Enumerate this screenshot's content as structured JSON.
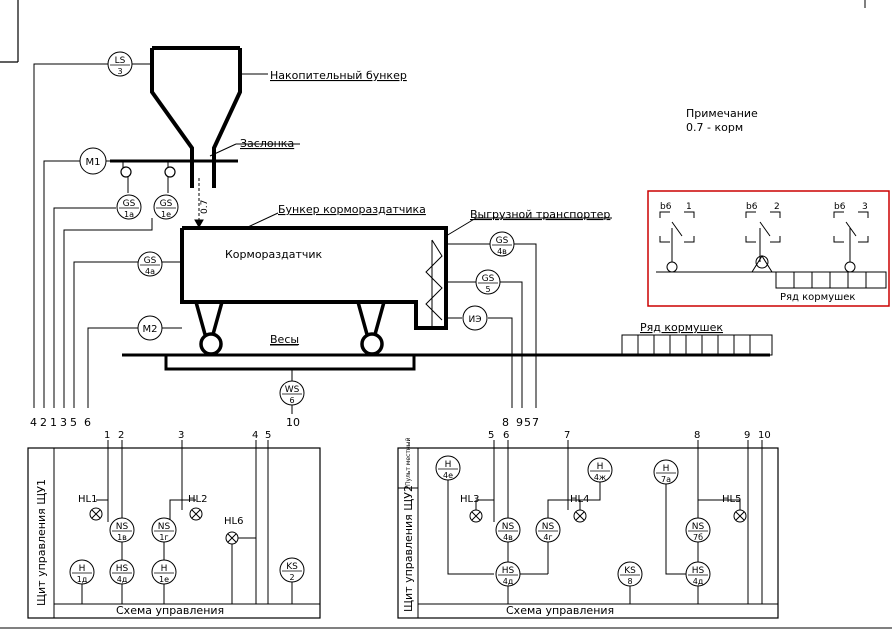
{
  "labels": {
    "hopper": "Накопительный бункер",
    "gate": "Заслонка",
    "distributor_hopper": "Бункер кормораздатчика",
    "unload_conveyor": "Выгрузной транспортер",
    "distributor": "Кормораздатчик",
    "scales": "Весы",
    "feeder_row": "Ряд кормушек",
    "note_title": "Примечание",
    "note_text": "0.7 - корм",
    "feed_flow": "0.7"
  },
  "note_box": {
    "border_color": "#cc0000",
    "feeder_row": "Ряд кормушек",
    "switches": [
      {
        "left": "b6",
        "right": "1"
      },
      {
        "left": "b6",
        "right": "2"
      },
      {
        "left": "b6",
        "right": "3"
      }
    ]
  },
  "sensors": {
    "ls3": [
      "LS",
      "3"
    ],
    "m1": [
      "M1",
      ""
    ],
    "gs1a": [
      "GS",
      "1а"
    ],
    "gs1e": [
      "GS",
      "1е"
    ],
    "gs4a": [
      "GS",
      "4а"
    ],
    "m2": [
      "M2",
      ""
    ],
    "gs4v": [
      "GS",
      "4в"
    ],
    "gs5": [
      "GS",
      "5"
    ],
    "ie": [
      "ИЭ",
      ""
    ],
    "ws6": [
      "WS",
      "6"
    ]
  },
  "line_numbers": {
    "left_bus": [
      "4",
      "2",
      "1",
      "3",
      "5",
      "6"
    ],
    "right_bus": [
      "8",
      "9",
      "5",
      "7"
    ],
    "ws_line": "10",
    "panel1_top": [
      "1",
      "2",
      "3",
      "4",
      "5"
    ],
    "panel2_top": [
      "5",
      "6",
      "7",
      "8",
      "9",
      "10"
    ]
  },
  "panel1": {
    "title": "Щит управления ЩУ1",
    "caption": "Схема управления",
    "lamps": [
      "HL1",
      "HL2",
      "HL6"
    ],
    "units": {
      "ns1v": [
        "NS",
        "1в"
      ],
      "ns1g": [
        "NS",
        "1г"
      ],
      "h1d": [
        "H",
        "1д"
      ],
      "hs4d": [
        "HS",
        "4д"
      ],
      "h1e": [
        "H",
        "1е"
      ],
      "ks2": [
        "KS",
        "2"
      ]
    }
  },
  "panel2": {
    "title": "Щит управления ЩУ2",
    "side_tab": "Пульт местный",
    "caption": "Схема управления",
    "lamps": [
      "HL3",
      "HL4",
      "HL5"
    ],
    "units": {
      "h4e": [
        "H",
        "4е"
      ],
      "h4zh": [
        "H",
        "4ж"
      ],
      "h7a": [
        "H",
        "7а"
      ],
      "ns4v": [
        "NS",
        "4в"
      ],
      "ns4g": [
        "NS",
        "4г"
      ],
      "ns7b": [
        "NS",
        "7б"
      ],
      "hs4d_a": [
        "HS",
        "4д"
      ],
      "ks8": [
        "KS",
        "8"
      ],
      "hs4d_b": [
        "HS",
        "4д"
      ]
    }
  }
}
